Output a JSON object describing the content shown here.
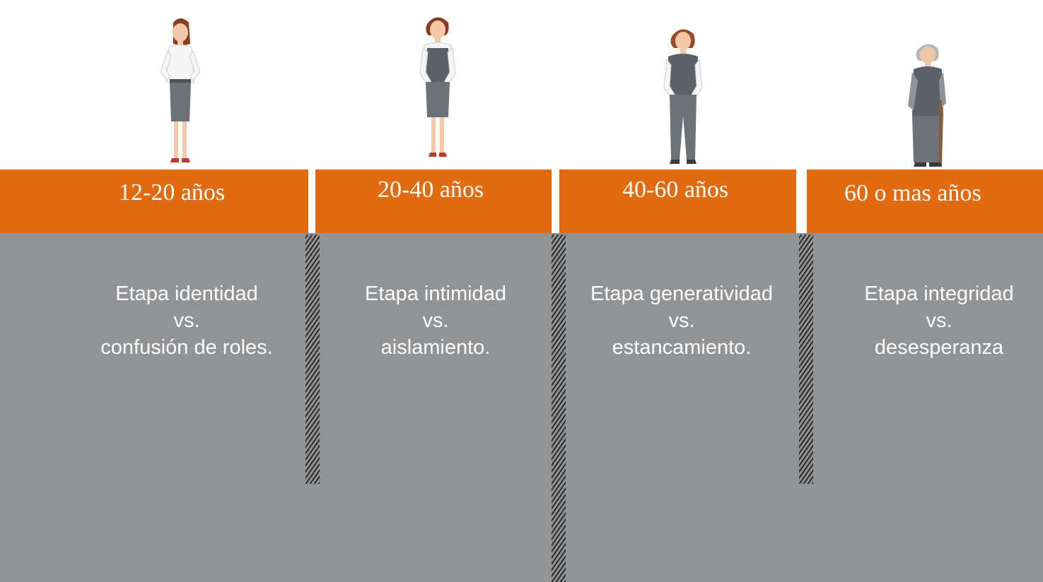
{
  "stages": [
    {
      "age": "12-20 años",
      "line1": "Etapa identidad",
      "line2": "vs.",
      "line3": "confusión de roles."
    },
    {
      "age": "20-40 años",
      "line1": "Etapa intimidad",
      "line2": "vs.",
      "line3": "aislamiento."
    },
    {
      "age": "40-60 años",
      "line1": "Etapa generatividad",
      "line2": "vs.",
      "line3": "estancamiento."
    },
    {
      "age": "60 o mas años",
      "line1": "Etapa integridad",
      "line2": "vs.",
      "line3": "desesperanza"
    }
  ],
  "colors": {
    "header": "#e26a0f",
    "panel": "#929395",
    "text": "#ffffff"
  }
}
